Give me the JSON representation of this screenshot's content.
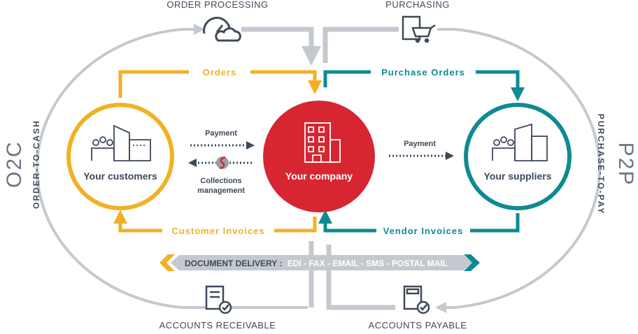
{
  "top_labels": {
    "order_processing": "ORDER PROCESSING",
    "purchasing": "PURCHASING"
  },
  "bottom_labels": {
    "accounts_receivable": "ACCOUNTS RECEIVABLE",
    "accounts_payable": "ACCOUNTS PAYABLE"
  },
  "side_labels": {
    "o2c": "O2C",
    "order_to_cash": "ORDER-TO-CASH",
    "p2p": "P2P",
    "purchase_to_pay": "PURCHASE-TO-PAY"
  },
  "nodes": {
    "customers": "Your customers",
    "company": "Your company",
    "suppliers": "Your suppliers"
  },
  "flows": {
    "orders": "Orders",
    "purchase_orders": "Purchase Orders",
    "customer_invoices": "Customer Invoices",
    "vendor_invoices": "Vendor Invoices"
  },
  "payments": {
    "left_payment": "Payment",
    "collections_line1": "Collections",
    "collections_line2": "management",
    "right_payment": "Payment"
  },
  "delivery": {
    "label": "DOCUMENT DELIVERY :",
    "channels": "EDI - FAX - EMAIL - SMS - POSTAL MAIL"
  },
  "colors": {
    "o2c": "#F2B124",
    "p2p": "#0E8A93",
    "company": "#D72631",
    "cycle": "#C4C9CF",
    "text": "#3E4A59"
  }
}
